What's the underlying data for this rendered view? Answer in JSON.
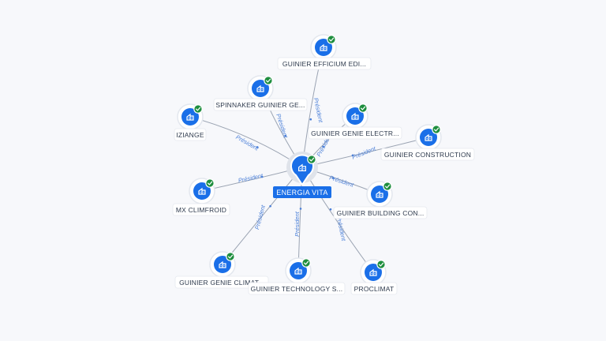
{
  "center": {
    "label": "ENERGIA VITA"
  },
  "relation_label": "Président",
  "nodes": [
    {
      "id": "efficium",
      "label": "GUINIER EFFICIUM EDI..."
    },
    {
      "id": "spinnaker",
      "label": "SPINNAKER GUINIER GE..."
    },
    {
      "id": "iziange",
      "label": "IZIANGE"
    },
    {
      "id": "electr",
      "label": "GUINIER GENIE ELECTR..."
    },
    {
      "id": "construction",
      "label": "GUINIER CONSTRUCTION"
    },
    {
      "id": "mxclimfroid",
      "label": "MX CLIMFROID"
    },
    {
      "id": "building",
      "label": "GUINIER BUILDING CON..."
    },
    {
      "id": "climat",
      "label": "GUINIER GENIE CLIMAT..."
    },
    {
      "id": "technology",
      "label": "GUINIER TECHNOLOGY S..."
    },
    {
      "id": "proclimat",
      "label": "PROCLIMAT"
    }
  ],
  "colors": {
    "accent": "#1a6fe8",
    "verified": "#1e8e3e",
    "edge": "#9aa3b2",
    "edge_label": "#4a7fd8"
  },
  "icons": {
    "node": "building-icon",
    "badge": "verified-check-icon",
    "center": "building-pin-icon"
  }
}
